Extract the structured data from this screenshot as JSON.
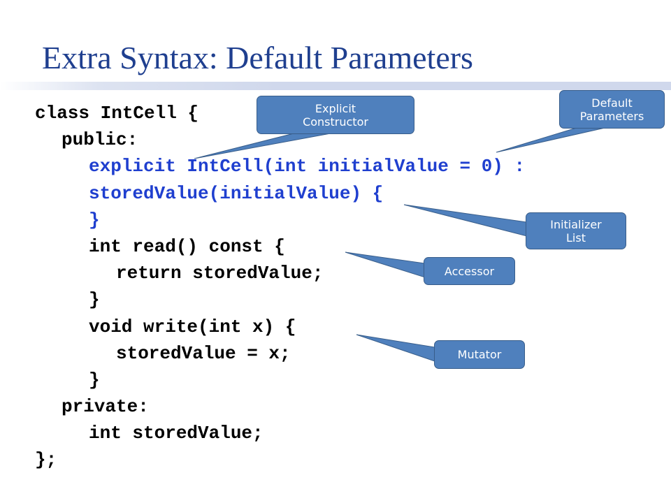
{
  "slide": {
    "title": "Extra Syntax: Default Parameters"
  },
  "code": {
    "line1": "class IntCell {",
    "line2": "public:",
    "line3": "explicit IntCell(int initialValue = 0) :",
    "line4": "storedValue(initialValue) {",
    "line5": "}",
    "line6": "int read() const {",
    "line7": "return storedValue;",
    "line8": "}",
    "line9": "void write(int x) {",
    "line10": "storedValue = x;",
    "line11": "}",
    "line12": "private:",
    "line13": "int storedValue;",
    "line14": "};"
  },
  "callouts": {
    "explicit_constructor_line1": "Explicit",
    "explicit_constructor_line2": "Constructor",
    "default_parameters_line1": "Default",
    "default_parameters_line2": "Parameters",
    "initializer_list_line1": "Initializer",
    "initializer_list_line2": "List",
    "accessor": "Accessor",
    "mutator": "Mutator"
  },
  "colors": {
    "title": "#1f3f8f",
    "code_highlight": "#1f3fcf",
    "callout_fill": "#4f80bd",
    "callout_border": "#385d8a"
  }
}
